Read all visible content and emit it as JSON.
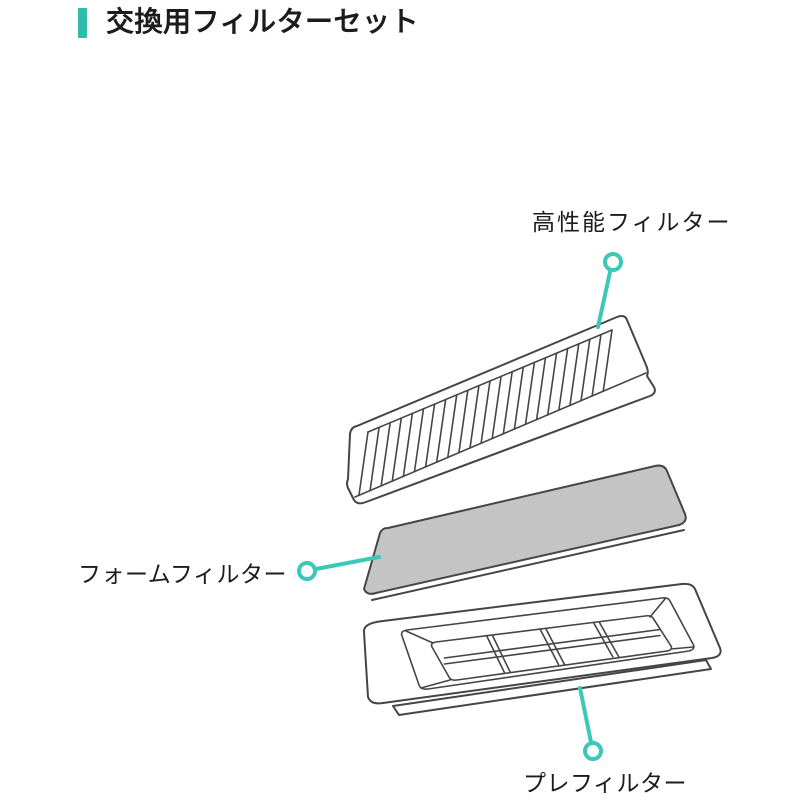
{
  "header": {
    "title": "交換用フィルターセット"
  },
  "diagram": {
    "description": "exploded-view-of-replacement-filter-set",
    "parts": [
      {
        "id": "high-performance-filter",
        "label": "高性能フィルター",
        "appearance": "white-pleated-panel"
      },
      {
        "id": "foam-filter",
        "label": "フォームフィルター",
        "appearance": "gray-foam-sheet"
      },
      {
        "id": "pre-filter",
        "label": "プレフィルター",
        "appearance": "white-frame-with-4x2-grid"
      }
    ]
  },
  "colors": {
    "accent": "#2fbcab",
    "leader": "#3cc8b6",
    "outline": "#454545",
    "foam_fill": "#c4c4c4",
    "text": "#1c1c1c",
    "background": "#ffffff"
  }
}
